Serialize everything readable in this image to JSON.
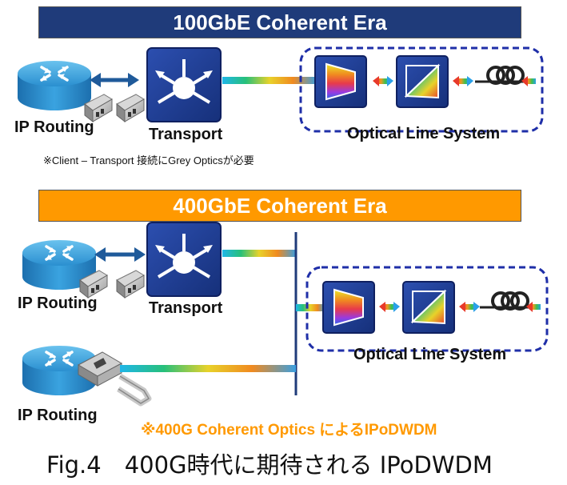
{
  "top_section": {
    "title": "100GbE Coherent Era",
    "router_label": "IP Routing",
    "transport_label": "Transport",
    "ols_label": "Optical Line System",
    "note": "※Client – Transport 接続にGrey Opticsが必要"
  },
  "bottom_section": {
    "title": "400GbE Coherent Era",
    "router_label_1": "IP Routing",
    "router_label_2": "IP Routing",
    "transport_label": "Transport",
    "ols_label": "Optical Line System",
    "note": "※400G Coherent Optics によるIPoDWDM"
  },
  "caption": "Fig.4　400G時代に期待される IPoDWDM",
  "colors": {
    "banner_top": "#1f3b7a",
    "banner_bottom": "#ff9900",
    "device_blue": "#1f3b8f",
    "router_blue": "#2a8fd0",
    "ols_border": "#1f2fa8",
    "arrow_blue": "#1f5a9a",
    "note_orange": "#ff9900"
  },
  "icons": [
    "router-icon",
    "transport-switch-icon",
    "sfp-module-icon",
    "mux-icon",
    "demux-icon",
    "fiber-coil-icon",
    "qsfp-module-icon"
  ]
}
